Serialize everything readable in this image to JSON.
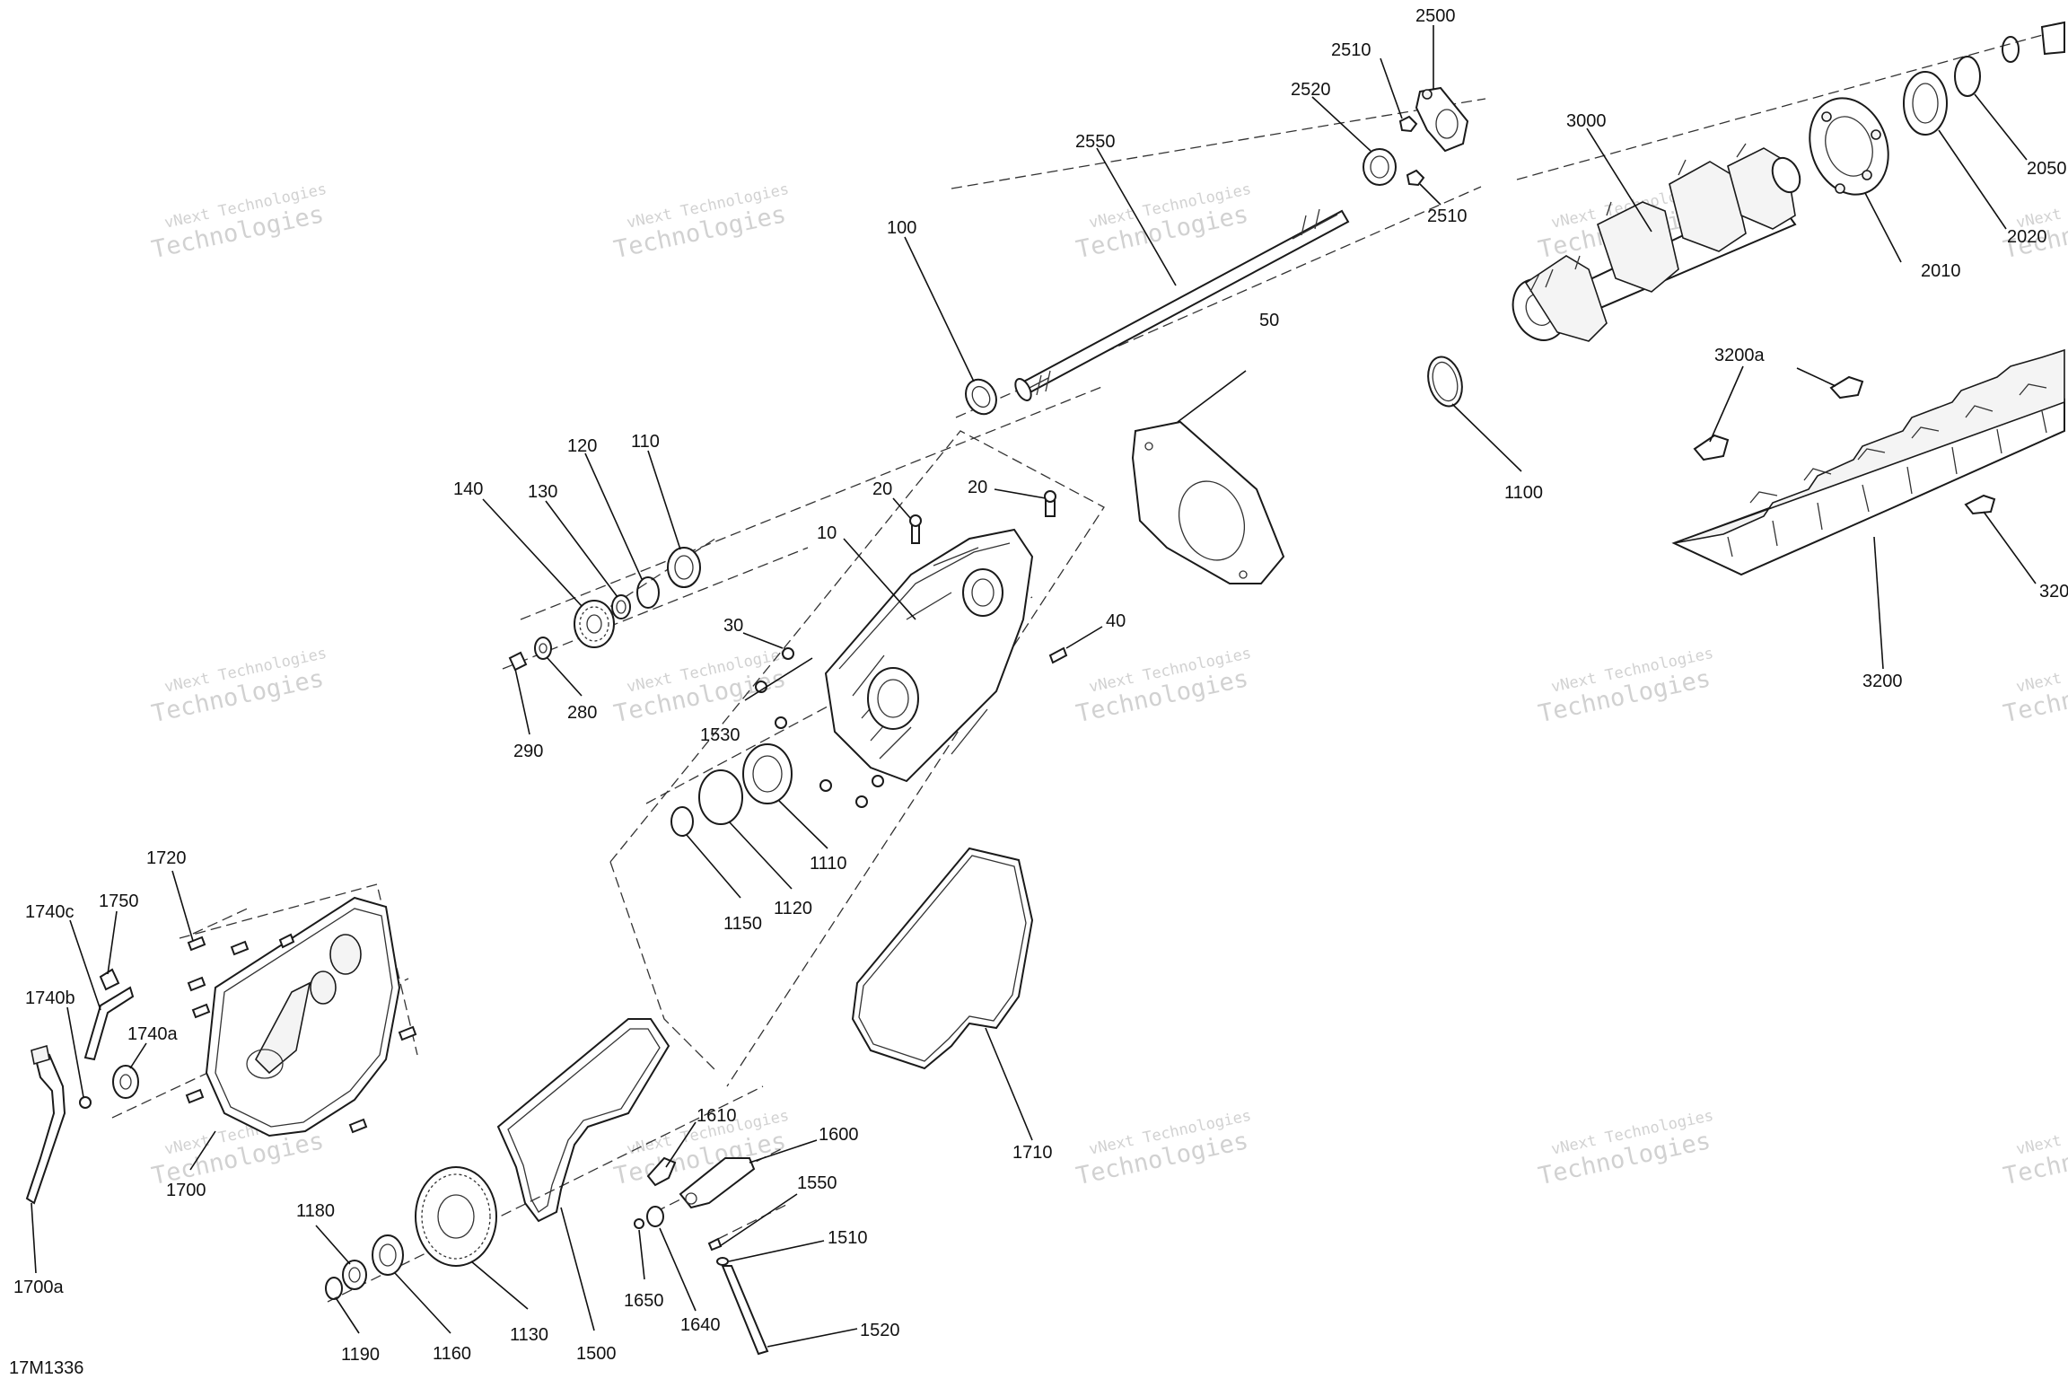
{
  "diagram_code": "17M1336",
  "watermark": {
    "line1": "vNext Technologies",
    "line2": "Technologies"
  },
  "labels": {
    "l10": "10",
    "l20a": "20",
    "l20b": "20",
    "l30": "30",
    "l40": "40",
    "l50": "50",
    "l100": "100",
    "l110": "110",
    "l120": "120",
    "l130": "130",
    "l140": "140",
    "l280": "280",
    "l290": "290",
    "l1100": "1100",
    "l1110": "1110",
    "l1120": "1120",
    "l1130": "1130",
    "l1150": "1150",
    "l1160": "1160",
    "l1180": "1180",
    "l1190": "1190",
    "l1500": "1500",
    "l1510": "1510",
    "l1520": "1520",
    "l1530": "1530",
    "l1550": "1550",
    "l1600": "1600",
    "l1610": "1610",
    "l1640": "1640",
    "l1650": "1650",
    "l1700": "1700",
    "l1700a": "1700a",
    "l1710": "1710",
    "l1720": "1720",
    "l1740a": "1740a",
    "l1740b": "1740b",
    "l1740c": "1740c",
    "l1750": "1750",
    "l2010": "2010",
    "l2020": "2020",
    "l2050": "2050",
    "l2500": "2500",
    "l2510a": "2510",
    "l2510b": "2510",
    "l2520": "2520",
    "l2550": "2550",
    "l3000": "3000",
    "l3200": "3200",
    "l3200a": "3200a",
    "l3200b": "320"
  }
}
